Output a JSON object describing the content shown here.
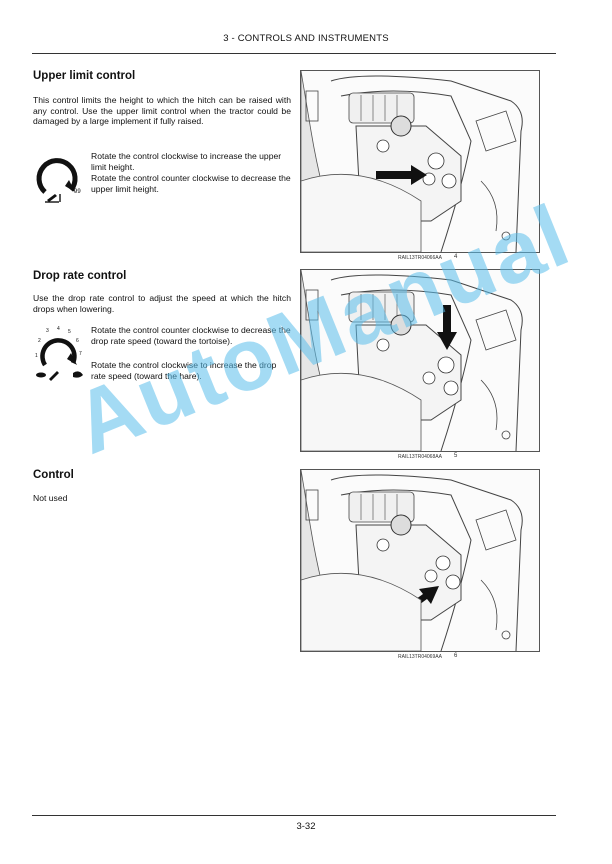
{
  "header": {
    "title": "3 - CONTROLS AND INSTRUMENTS"
  },
  "sections": {
    "upper": {
      "heading": "Upper limit control",
      "paragraph": "This control limits the height to which the hitch can be raised with any control. Use the upper limit control when the tractor could be damaged by a large implement if fully raised.",
      "instr1": "Rotate the control clockwise to increase the upper limit height.",
      "instr2": "Rotate the control counter clockwise to decrease the upper limit height.",
      "icon_label": "99"
    },
    "drop": {
      "heading": "Drop rate control",
      "paragraph": "Use the drop rate control to adjust the speed at which the hitch drops when lowering.",
      "instr1": "Rotate the control counter clockwise to decrease the drop rate speed (toward the tortoise).",
      "instr2": "Rotate the control clockwise to increase the drop rate speed (toward the hare).",
      "dial_numbers": [
        "1",
        "2",
        "3",
        "4",
        "5",
        "6",
        "7"
      ]
    },
    "control": {
      "heading": "Control",
      "paragraph": "Not used"
    }
  },
  "figures": [
    {
      "caption": "RAIL13TR04066AA",
      "number": "4"
    },
    {
      "caption": "RAIL13TR04068AA",
      "number": "5"
    },
    {
      "caption": "RAIL13TR04069AA",
      "number": "6"
    }
  ],
  "footer": {
    "page": "3-32"
  },
  "watermark": {
    "text": "AutoManual",
    "color": "#5abeeb"
  }
}
